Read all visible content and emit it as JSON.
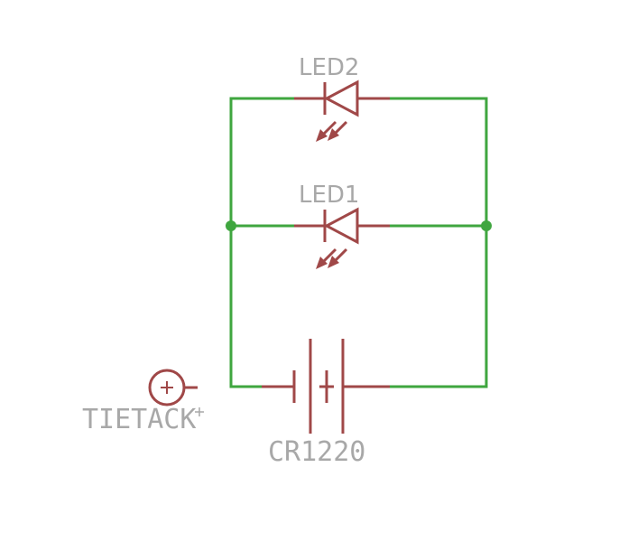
{
  "schematic": {
    "components": {
      "led2": {
        "label": "LED2"
      },
      "led1": {
        "label": "LED1"
      },
      "battery": {
        "label": "CR1220"
      },
      "tietack": {
        "label": "TIETACK"
      }
    },
    "colors": {
      "wire": "#3fa63f",
      "part": "#a04848",
      "label": "#a8a8a8",
      "background": "#ffffff"
    }
  }
}
